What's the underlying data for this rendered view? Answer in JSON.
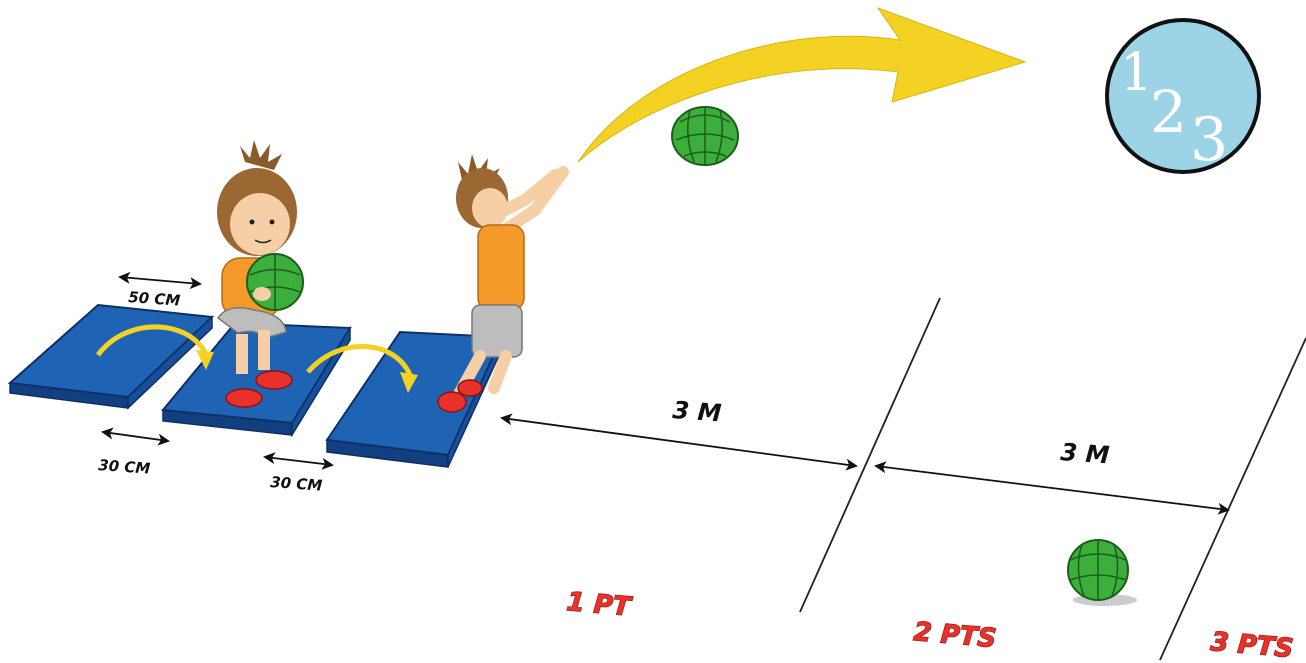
{
  "badge": {
    "digit1": "1",
    "digit2": "2",
    "digit3": "3"
  },
  "dimensions": {
    "mat_width": "50 CM",
    "gap_left": "30 CM",
    "gap_right": "30 CM",
    "zone1_distance": "3 M",
    "zone2_distance": "3 M"
  },
  "zones": {
    "zone1_points": "1 PT",
    "zone2_points": "2 PTS",
    "zone3_points": "3 PTS"
  },
  "colors": {
    "mat_blue": "#1f63b5",
    "arrow_yellow": "#f3d224",
    "ball_green": "#3cae3c",
    "points_red": "#e8312a",
    "badge_blue": "#9dd3e6",
    "shirt_orange": "#f39a2a"
  }
}
